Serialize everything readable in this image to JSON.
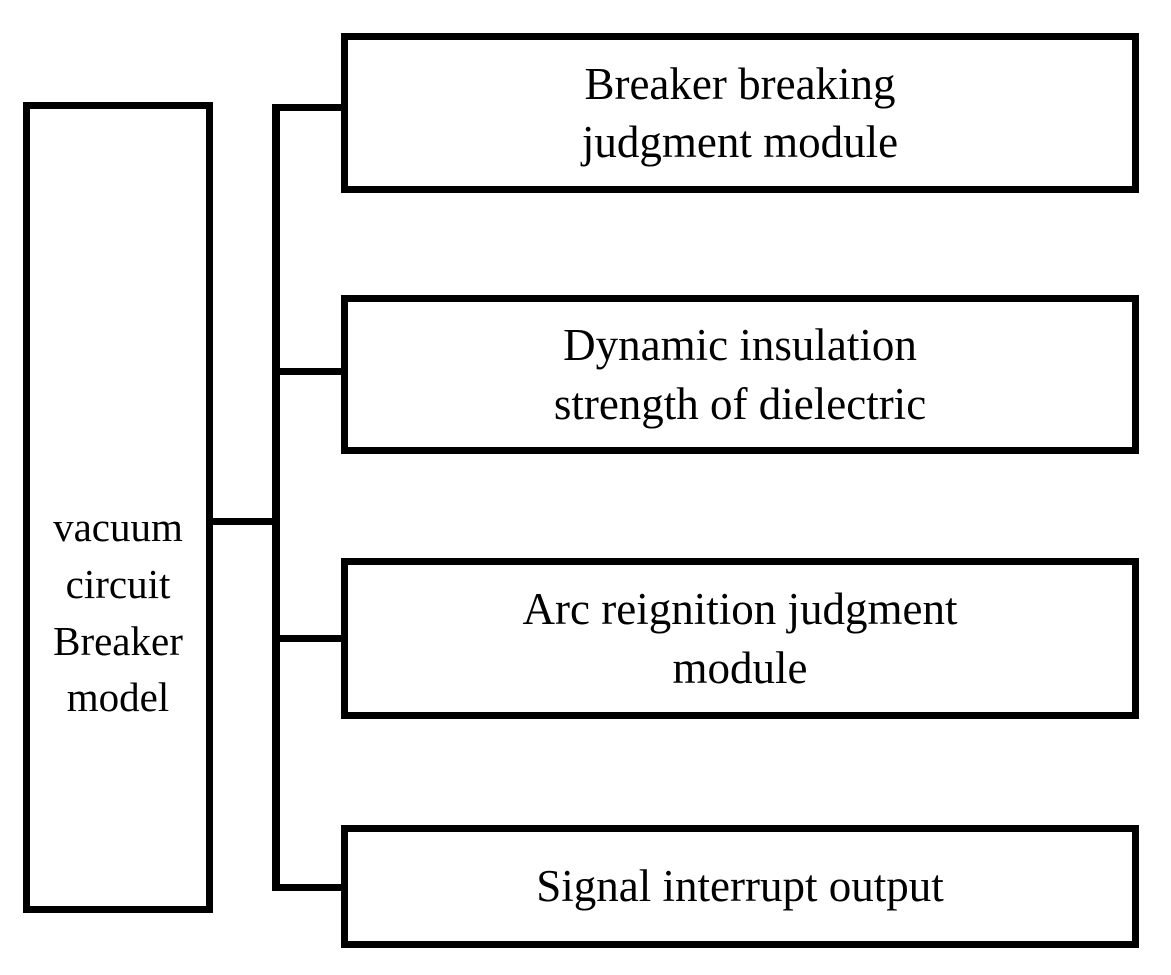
{
  "diagram": {
    "title": "Vacuum circuit breaker model block diagram",
    "type": "block-diagram",
    "orientation": "left-to-right",
    "colors": {
      "stroke": "#000000",
      "fill": "#ffffff",
      "text": "#000000"
    },
    "root": {
      "id": "vacuum-circuit-breaker-model",
      "label": "vacuum\ncircuit\nBreaker\nmodel",
      "lines": [
        "vacuum",
        "circuit",
        "Breaker",
        "model"
      ]
    },
    "modules": [
      {
        "id": "breaker-breaking-judgment-module",
        "label": "Breaker breaking\njudgment module",
        "lines": [
          "Breaker breaking",
          "judgment module"
        ]
      },
      {
        "id": "dynamic-insulation-strength-of-dielectric",
        "label": "Dynamic insulation\nstrength of dielectric",
        "lines": [
          "Dynamic insulation",
          "strength of dielectric"
        ]
      },
      {
        "id": "arc-reignition-judgment-module",
        "label": "Arc reignition judgment\nmodule",
        "lines": [
          "Arc reignition judgment",
          "module"
        ]
      },
      {
        "id": "signal-interrupt-output",
        "label": "Signal interrupt output",
        "lines": [
          "Signal interrupt output"
        ]
      }
    ],
    "connectors": {
      "root_to_trunk": "horizontal-line",
      "trunk": "vertical-spine",
      "trunk_to_module": "horizontal-line"
    }
  }
}
